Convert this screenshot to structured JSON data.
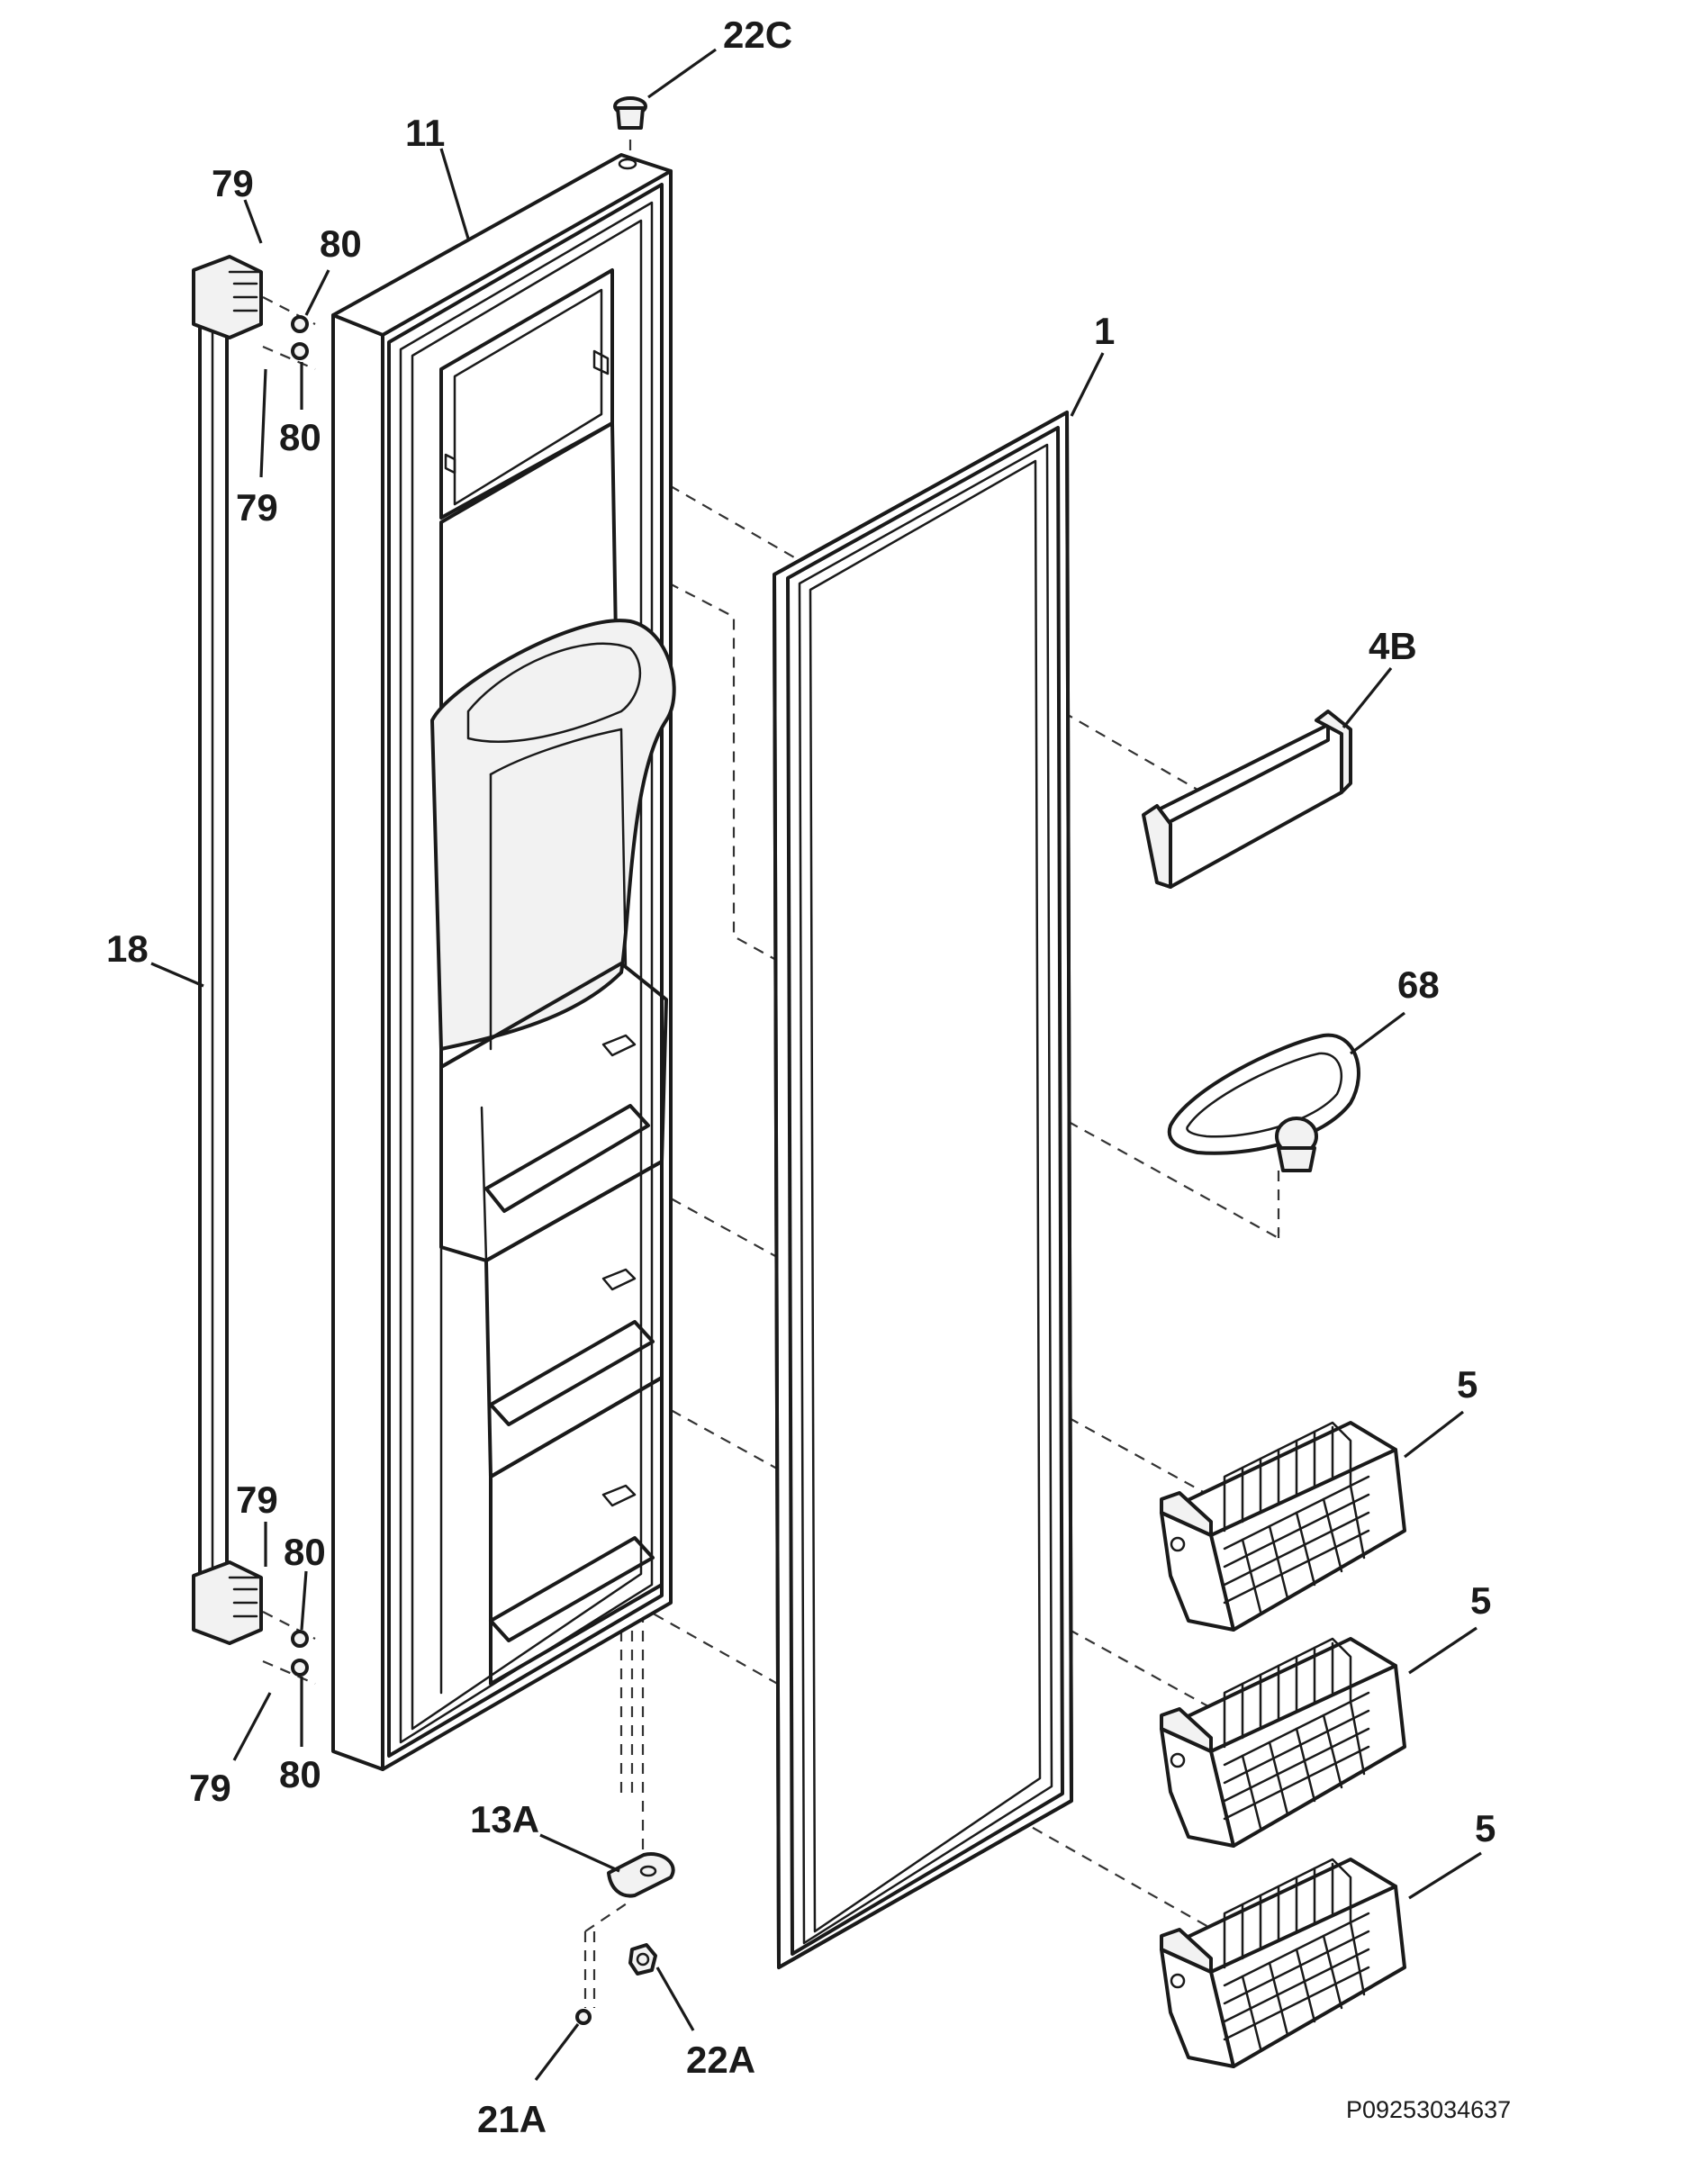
{
  "labels": {
    "part_22C": "22C",
    "part_11": "11",
    "part_79_top_upper": "79",
    "part_80_top_upper": "80",
    "part_80_top_lower": "80",
    "part_79_top_lower": "79",
    "part_1": "1",
    "part_4B": "4B",
    "part_18": "18",
    "part_68": "68",
    "part_5_upper": "5",
    "part_5_middle": "5",
    "part_5_lower": "5",
    "part_79_bottom_upper": "79",
    "part_80_bottom_upper": "80",
    "part_80_bottom_lower": "80",
    "part_79_bottom_lower": "79",
    "part_13A": "13A",
    "part_22A": "22A",
    "part_21A": "21A"
  },
  "document_id": "P09253034637"
}
